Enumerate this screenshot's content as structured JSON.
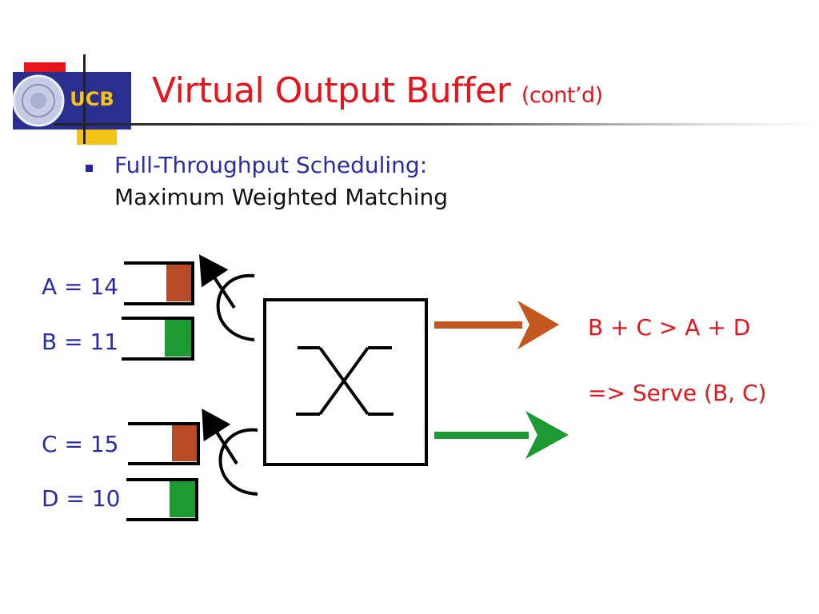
{
  "slide": {
    "logo_text": "UCB",
    "title": "Virtual Output Buffer",
    "title_suffix": "(cont’d)",
    "bullet": {
      "heading": "Full-Throughput Scheduling:",
      "detail": "Maximum Weighted Matching"
    },
    "queues": [
      {
        "label": "A = 14",
        "color": "#b84a26"
      },
      {
        "label": "B = 11",
        "color": "#1e9a32"
      },
      {
        "label": "C = 15",
        "color": "#b84a26"
      },
      {
        "label": "D = 10",
        "color": "#1e9a32"
      }
    ],
    "outputs": [
      {
        "color": "#c4571f"
      },
      {
        "color": "#1e9a32"
      }
    ],
    "equation": "B + C > A + D",
    "conclusion": "=> Serve (B, C)"
  }
}
